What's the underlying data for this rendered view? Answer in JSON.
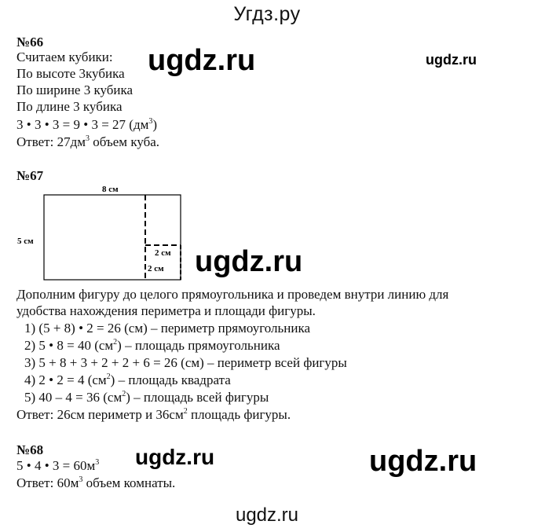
{
  "site": {
    "header": "Угдз.ру",
    "footer": "ugdz.ru",
    "watermarks": [
      "ugdz.ru",
      "ugdz.ru",
      "ugdz.ru",
      "ugdz.ru",
      "ugdz.ru"
    ]
  },
  "task66": {
    "heading": "№66",
    "lines": [
      "Считаем кубики:",
      "По высоте 3кубика",
      "По ширине 3 кубика",
      "По длине 3 кубика"
    ],
    "eq_main": "3 • 3 • 3 = 9 • 3 = 27 (дм",
    "eq_sup": "3",
    "eq_end": ")",
    "answer_pre": "Ответ: 27дм",
    "answer_sup": "3",
    "answer_post": " объем куба."
  },
  "task67": {
    "heading": "№67",
    "figure": {
      "width_label": "8 см",
      "height_label": "5 см",
      "square_top_label": "2 см",
      "square_side_label": "2 см"
    },
    "intro_1": "Дополним фигуру до целого прямоугольника и проведем внутри линию для",
    "intro_2": "удобства нахождения периметра и площади фигуры.",
    "step1": "1) (5 + 8) • 2 = 26 (см) – периметр прямоугольника",
    "step2_pre": "2) 5 • 8 = 40 (см",
    "step2_sup": "2",
    "step2_post": ") – площадь прямоугольника",
    "step3": "3) 5 + 8 + 3 + 2 + 2 + 6 = 26 (см) – периметр всей фигуры",
    "step4_pre": "4) 2 • 2 = 4 (см",
    "step4_sup": "2",
    "step4_post": ") – площадь квадрата",
    "step5_pre": "5) 40 – 4 = 36 (см",
    "step5_sup": "2",
    "step5_post": ") – площадь всей фигуры",
    "answer_pre": "Ответ: 26см периметр и 36см",
    "answer_sup": "2",
    "answer_post": " площадь фигуры."
  },
  "task68": {
    "heading": "№68",
    "eq_pre": "5 • 4 • 3 = 60м",
    "eq_sup": "3",
    "answer_pre": "Ответ: 60м",
    "answer_sup": "3",
    "answer_post": " объем комнаты."
  }
}
